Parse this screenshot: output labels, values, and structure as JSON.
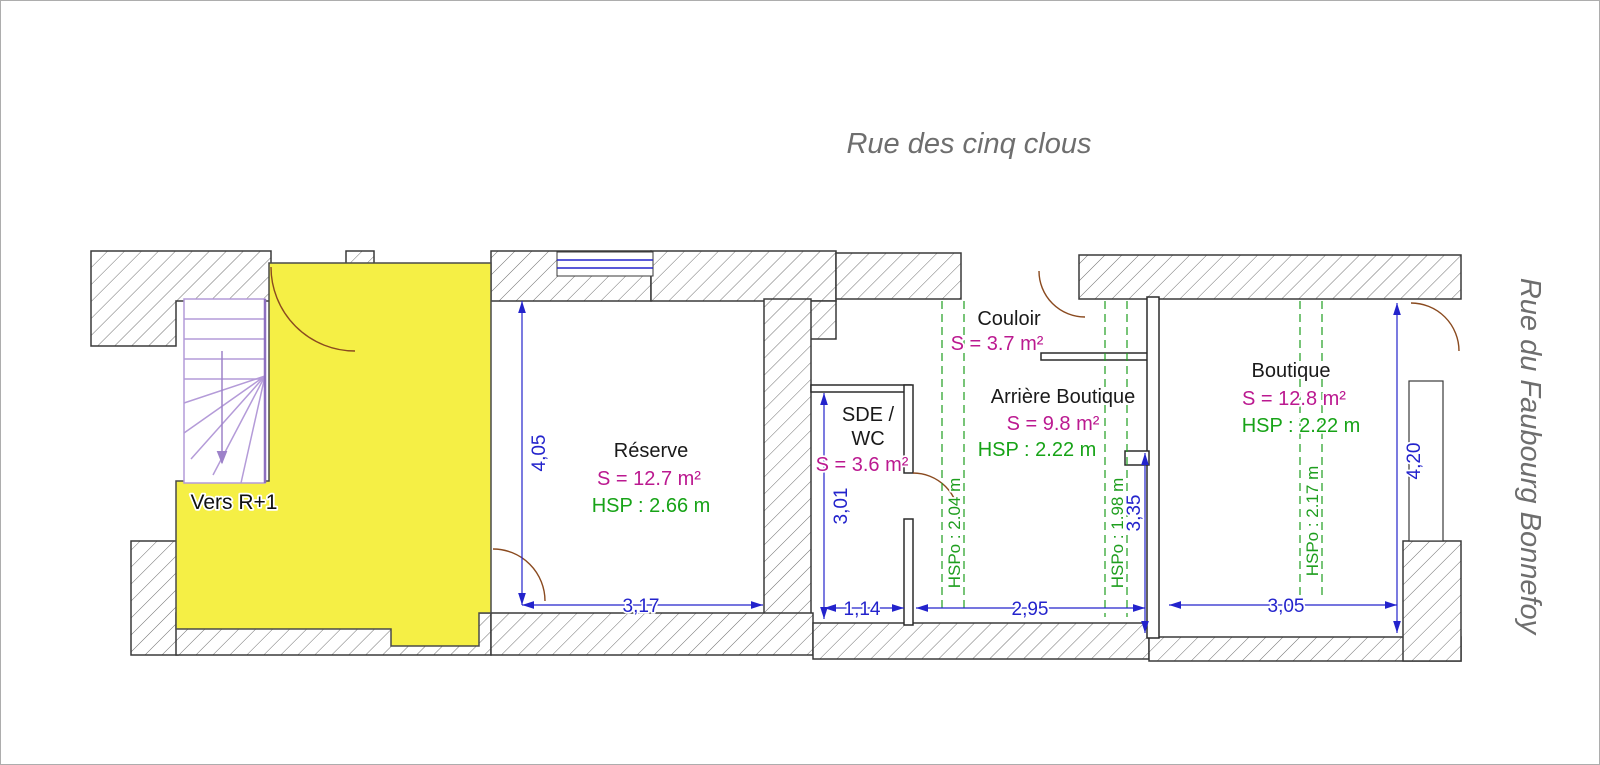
{
  "streets": {
    "top": "Rue des cinq clous",
    "right": "Rue du Faubourg Bonnefoy"
  },
  "stairwell": {
    "label": "Vers R+1"
  },
  "rooms": {
    "reserve": {
      "name": "Réserve",
      "area": "S = 12.7 m²",
      "height": "HSP : 2.66 m"
    },
    "sde_wc": {
      "name_line1": "SDE /",
      "name_line2": "WC",
      "area": "S = 3.6 m²"
    },
    "couloir": {
      "name": "Couloir",
      "area": "S = 3.7 m²"
    },
    "arriere_boutique": {
      "name": "Arrière Boutique",
      "area": "S = 9.8 m²",
      "height": "HSP : 2.22 m"
    },
    "boutique": {
      "name": "Boutique",
      "area": "S = 12.8 m²",
      "height": "HSP : 2.22 m"
    }
  },
  "beam_heights": {
    "couloir": "HSPo : 2.04 m",
    "arriere_boutique": "HSPo : 1.98 m",
    "boutique": "HSPo : 2.17 m"
  },
  "dimensions": {
    "reserve_width": "3,17",
    "reserve_depth": "4,05",
    "sde_wc_width": "1,14",
    "sde_wc_depth": "3,01",
    "arriere_boutique_width": "2,95",
    "arriere_boutique_depth": "3,35",
    "boutique_width": "3,05",
    "boutique_depth": "4,20"
  },
  "colors": {
    "area_text": "#bb1990",
    "height_text": "#17a317",
    "dimension": "#2323cc",
    "beam_dashed": "#1e9e1e",
    "highlight_zone": "#f5ef45",
    "stairs": "#b49bd8",
    "door_arc": "#8a4a1f",
    "street_text": "#6e6e6e"
  }
}
